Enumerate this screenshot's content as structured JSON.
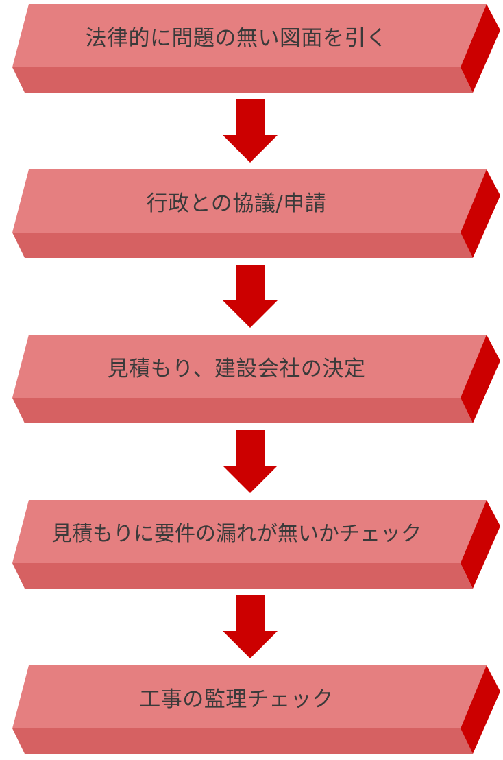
{
  "colors": {
    "face": "#E57F80",
    "bottom": "#D66162",
    "side": "#CC0000",
    "arrow": "#CC0000",
    "text": "#3A3A3A"
  },
  "steps": [
    {
      "label": "法律的に問題の無い図面を引く"
    },
    {
      "label": "行政との協議/申請"
    },
    {
      "label": "見積もり、建設会社の決定"
    },
    {
      "label": "見積もりに要件の漏れが無いかチェック"
    },
    {
      "label": "工事の監理チェック"
    }
  ]
}
